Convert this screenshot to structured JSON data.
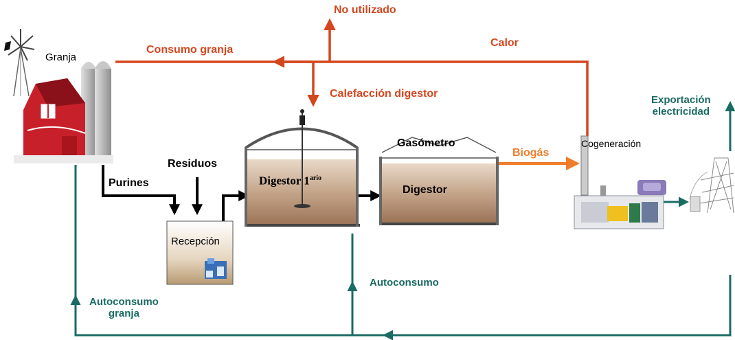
{
  "labels": {
    "granja": "Granja",
    "no_utilizado": "No utilizado",
    "consumo_granja": "Consumo granja",
    "calor": "Calor",
    "calefaccion_digestor": "Calefacción digestor",
    "exportacion_line1": "Exportación",
    "exportacion_line2": "electricidad",
    "residuos": "Residuos",
    "purines": "Purines",
    "digestor_primario": "Digestor 1",
    "digestor_primario_sup": "ario",
    "gasometro": "Gasómetro",
    "digestor": "Digestor",
    "biogas": "Biogás",
    "cogeneracion": "Cogeneración",
    "recepcion": "Recepción",
    "autoconsumo": "Autoconsumo",
    "autoconsumo_granja_line1": "Autoconsumo",
    "autoconsumo_granja_line2": "granja"
  },
  "colors": {
    "heat_flow": "#d4461d",
    "biogas_flow": "#f07d2a",
    "electricity_flow": "#1a6b63",
    "material_flow": "#000000",
    "tank_fill": "#b89b82",
    "barn_red": "#c8202a"
  }
}
